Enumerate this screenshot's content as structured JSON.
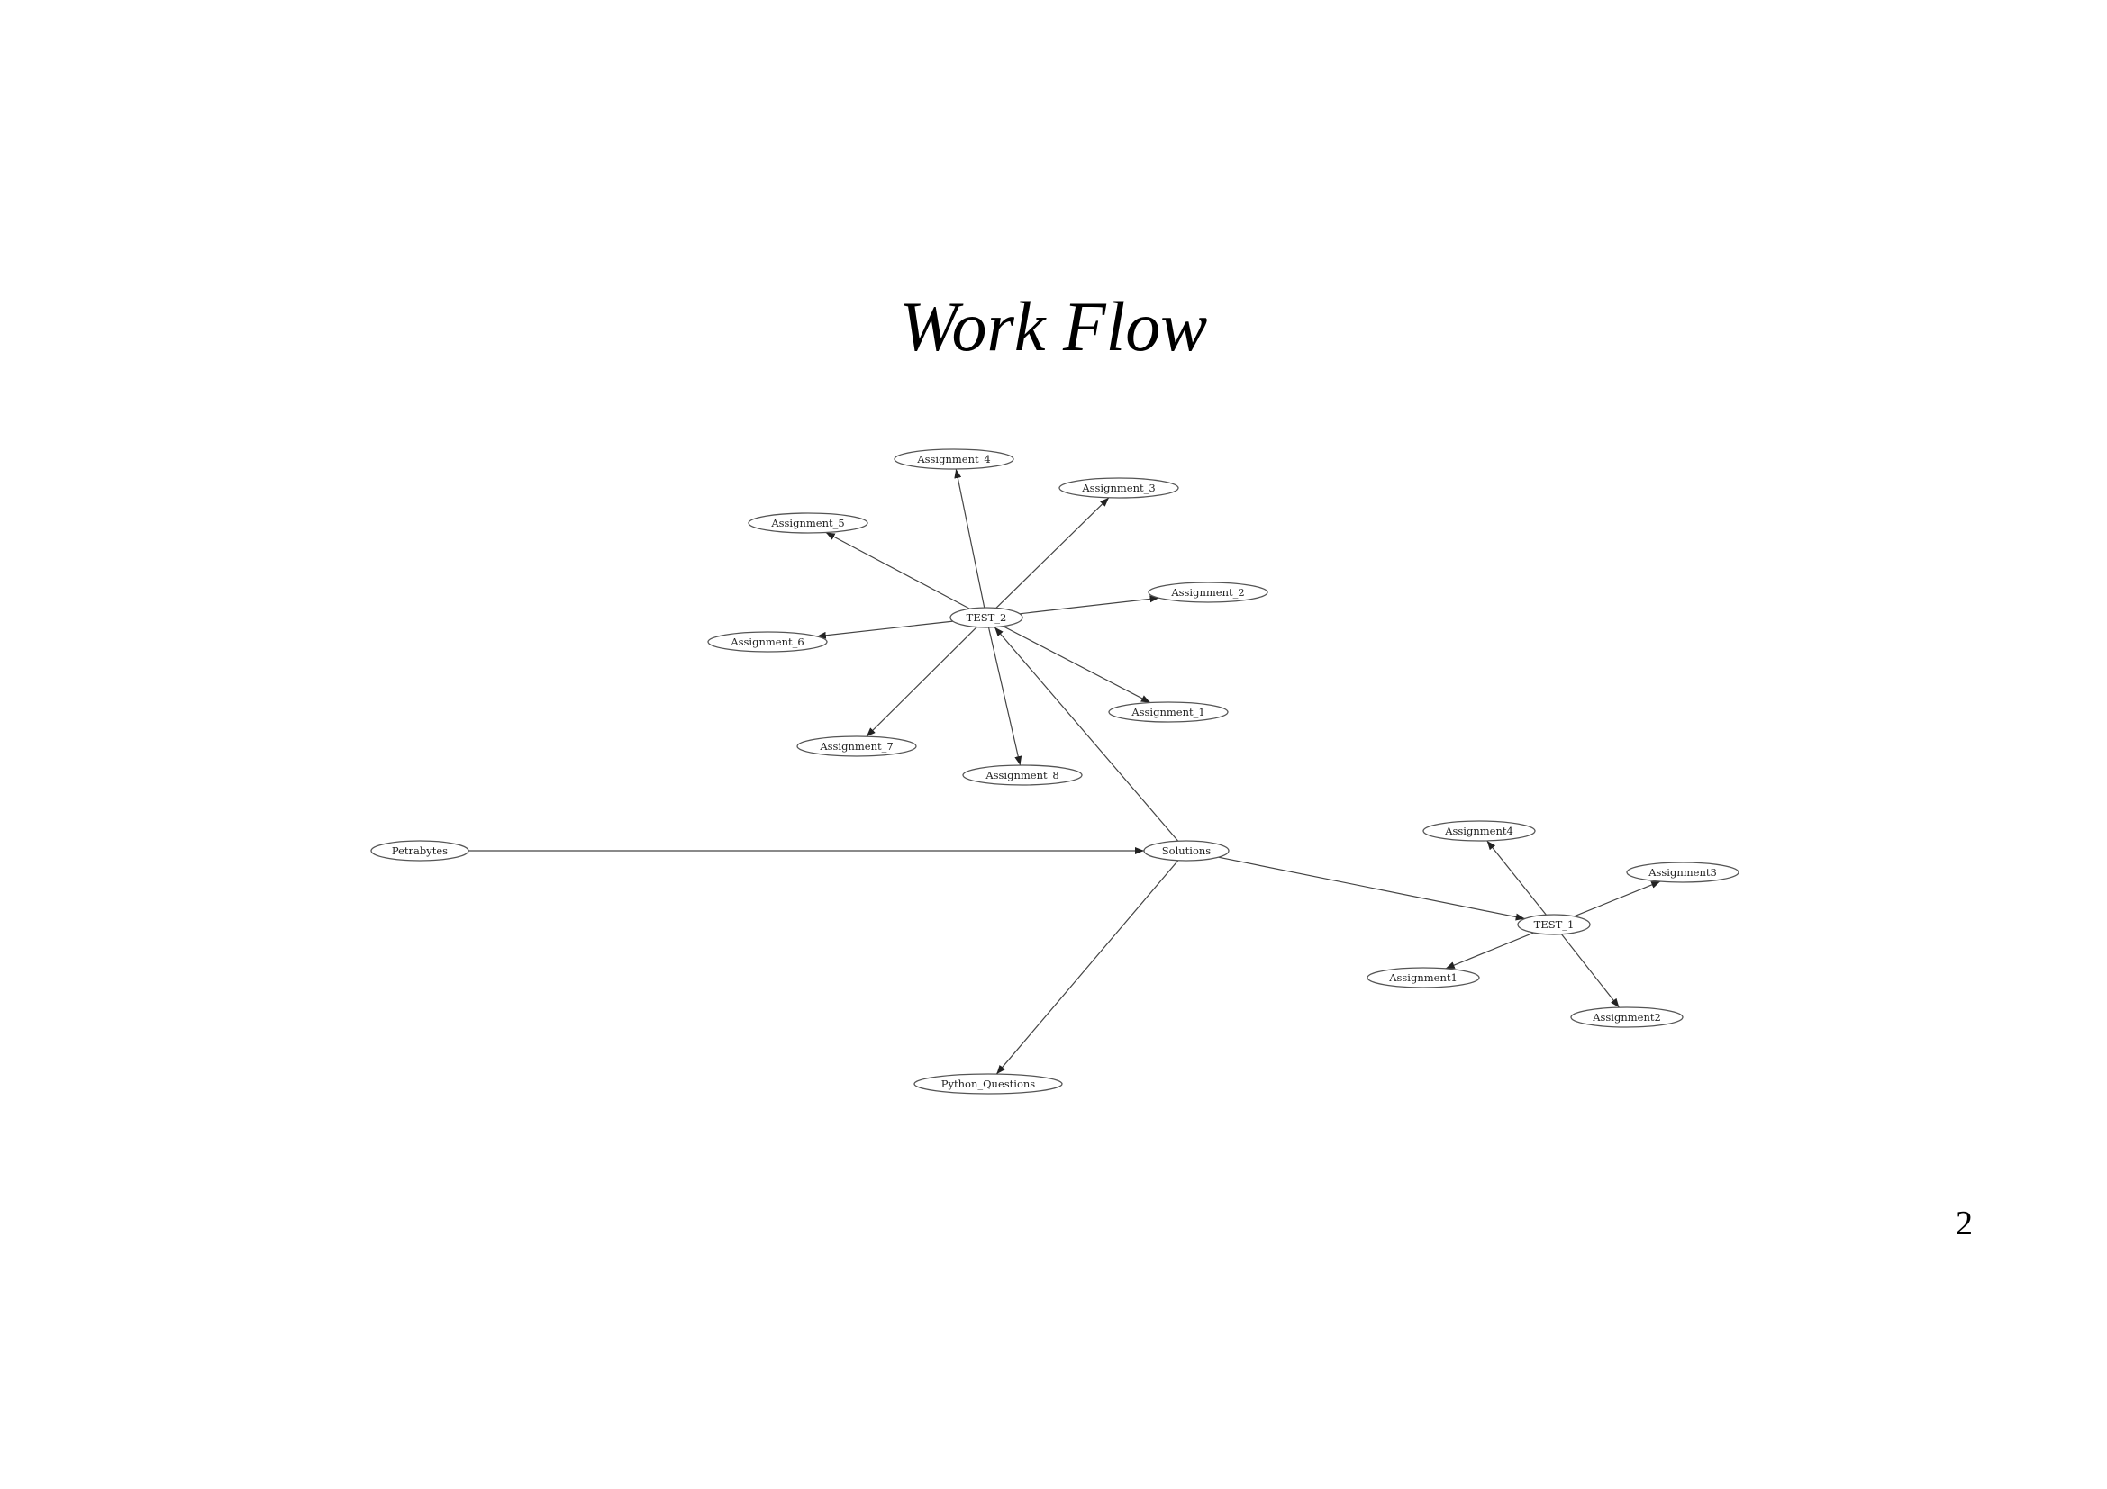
{
  "title": "Work Flow",
  "page_number": "2",
  "graph": {
    "nodes": [
      {
        "id": "TEST_2",
        "label": "TEST_2"
      },
      {
        "id": "Assignment_4",
        "label": "Assignment_4"
      },
      {
        "id": "Assignment_3",
        "label": "Assignment_3"
      },
      {
        "id": "Assignment_5",
        "label": "Assignment_5"
      },
      {
        "id": "Assignment_2",
        "label": "Assignment_2"
      },
      {
        "id": "Assignment_6",
        "label": "Assignment_6"
      },
      {
        "id": "Assignment_1",
        "label": "Assignment_1"
      },
      {
        "id": "Assignment_7",
        "label": "Assignment_7"
      },
      {
        "id": "Assignment_8",
        "label": "Assignment_8"
      },
      {
        "id": "Petrabytes",
        "label": "Petrabytes"
      },
      {
        "id": "Solutions",
        "label": "Solutions"
      },
      {
        "id": "Python_Questions",
        "label": "Python_Questions"
      },
      {
        "id": "TEST_1",
        "label": "TEST_1"
      },
      {
        "id": "Assignment4",
        "label": "Assignment4"
      },
      {
        "id": "Assignment3",
        "label": "Assignment3"
      },
      {
        "id": "Assignment1",
        "label": "Assignment1"
      },
      {
        "id": "Assignment2",
        "label": "Assignment2"
      }
    ],
    "edges": [
      {
        "from": "Petrabytes",
        "to": "Solutions"
      },
      {
        "from": "Solutions",
        "to": "TEST_2"
      },
      {
        "from": "Solutions",
        "to": "TEST_1"
      },
      {
        "from": "Solutions",
        "to": "Python_Questions"
      },
      {
        "from": "TEST_2",
        "to": "Assignment_4"
      },
      {
        "from": "TEST_2",
        "to": "Assignment_3"
      },
      {
        "from": "TEST_2",
        "to": "Assignment_5"
      },
      {
        "from": "TEST_2",
        "to": "Assignment_2"
      },
      {
        "from": "TEST_2",
        "to": "Assignment_6"
      },
      {
        "from": "TEST_2",
        "to": "Assignment_1"
      },
      {
        "from": "TEST_2",
        "to": "Assignment_7"
      },
      {
        "from": "TEST_2",
        "to": "Assignment_8"
      },
      {
        "from": "TEST_1",
        "to": "Assignment4"
      },
      {
        "from": "TEST_1",
        "to": "Assignment3"
      },
      {
        "from": "TEST_1",
        "to": "Assignment1"
      },
      {
        "from": "TEST_1",
        "to": "Assignment2"
      }
    ]
  }
}
